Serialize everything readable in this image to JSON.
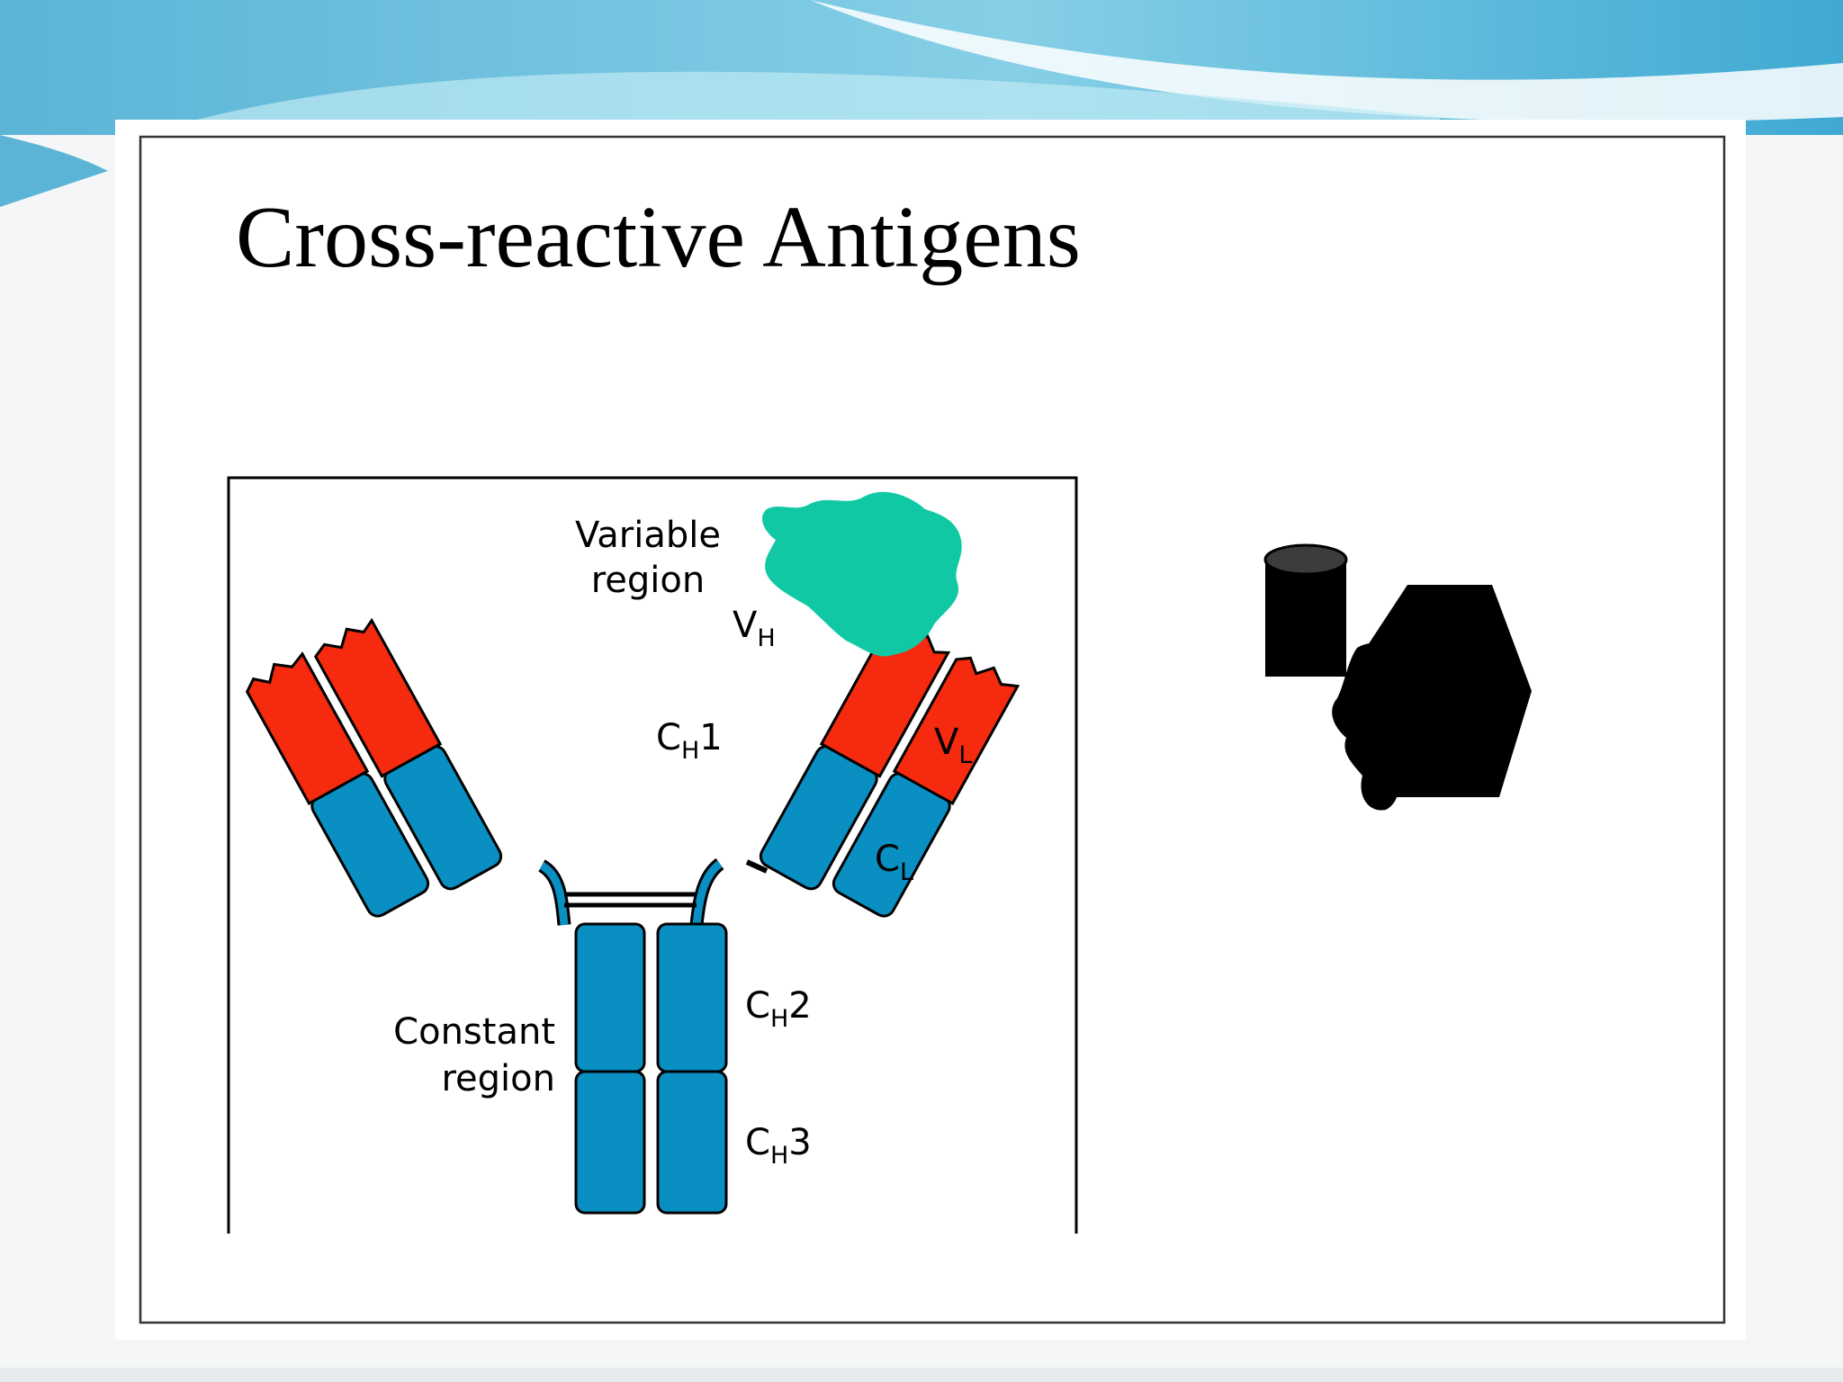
{
  "slide": {
    "title": "Cross-reactive Antigens"
  },
  "diagram": {
    "labels": {
      "variable_region_line1": "Variable",
      "variable_region_line2": "region",
      "constant_region_line1": "Constant",
      "constant_region_line2": "region",
      "vh_main": "V",
      "vh_sub": "H",
      "ch1_main": "C",
      "ch1_sub": "H",
      "ch1_num": "1",
      "vl_main": "V",
      "vl_sub": "L",
      "cl_main": "C",
      "cl_sub": "L",
      "ch2_main": "C",
      "ch2_sub": "H",
      "ch2_num": "2",
      "ch3_main": "C",
      "ch3_sub": "H",
      "ch3_num": "3"
    },
    "colors": {
      "variable_domain": "#f52a0e",
      "constant_domain": "#0a8fc3",
      "bound_antigen": "#10c9a4",
      "cross_reactive_antigen": "#000000",
      "cylinder_top": "#3c3c3c"
    },
    "icons": [
      "antibody-y-shape",
      "bound-antigen-blob",
      "cross-reactive-antigen-shape"
    ]
  }
}
